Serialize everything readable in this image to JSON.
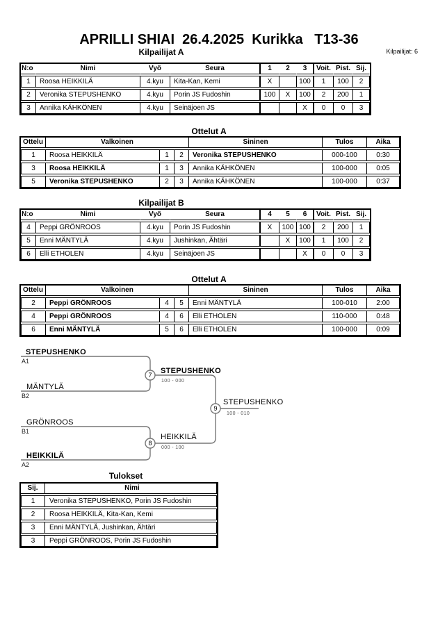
{
  "page": {
    "title": "APRILLI SHIAI  26.4.2025  Kurikka   T13-36",
    "competitors_label": "Kilpailijat: 6"
  },
  "pool_a": {
    "title": "Kilpailijat A",
    "headers": [
      "N:o",
      "Nimi",
      "Vyö",
      "Seura",
      "1",
      "2",
      "3",
      "Voit.",
      "Pist.",
      "Sij."
    ],
    "rows": [
      [
        "1",
        "Roosa HEIKKILÄ",
        "4.kyu",
        "Kita-Kan, Kemi",
        "X",
        "",
        "100",
        "1",
        "100",
        "2"
      ],
      [
        "2",
        "Veronika STEPUSHENKO",
        "4.kyu",
        "Porin JS Fudoshin",
        "100",
        "X",
        "100",
        "2",
        "200",
        "1"
      ],
      [
        "3",
        "Annika KÄHKÖNEN",
        "4.kyu",
        "Seinäjoen JS",
        "",
        "",
        "X",
        "0",
        "0",
        "3"
      ]
    ]
  },
  "matches_a": {
    "title": "Ottelut A",
    "headers": [
      "Ottelu",
      "Valkoinen",
      "Sininen",
      "Tulos",
      "Aika"
    ],
    "rows": [
      {
        "no": "1",
        "white": "Roosa HEIKKILÄ",
        "white_no": "1",
        "blue_no": "2",
        "blue": "Veronika STEPUSHENKO",
        "winner": "blue",
        "result": "000-100",
        "time": "0:30"
      },
      {
        "no": "3",
        "white": "Roosa HEIKKILÄ",
        "white_no": "1",
        "blue_no": "3",
        "blue": "Annika KÄHKÖNEN",
        "winner": "white",
        "result": "100-000",
        "time": "0:05"
      },
      {
        "no": "5",
        "white": "Veronika STEPUSHENKO",
        "white_no": "2",
        "blue_no": "3",
        "blue": "Annika KÄHKÖNEN",
        "winner": "white",
        "result": "100-000",
        "time": "0:37"
      }
    ]
  },
  "pool_b": {
    "title": "Kilpailijat B",
    "headers": [
      "N:o",
      "Nimi",
      "Vyö",
      "Seura",
      "4",
      "5",
      "6",
      "Voit.",
      "Pist.",
      "Sij."
    ],
    "rows": [
      [
        "4",
        "Peppi GRÖNROOS",
        "4.kyu",
        "Porin JS Fudoshin",
        "X",
        "100",
        "100",
        "2",
        "200",
        "1"
      ],
      [
        "5",
        "Enni MÄNTYLÄ",
        "4.kyu",
        "Jushinkan, Ähtäri",
        "",
        "X",
        "100",
        "1",
        "100",
        "2"
      ],
      [
        "6",
        "Elli ETHOLEN",
        "4.kyu",
        "Seinäjoen JS",
        "",
        "",
        "X",
        "0",
        "0",
        "3"
      ]
    ]
  },
  "matches_b": {
    "title": "Ottelut A",
    "headers": [
      "Ottelu",
      "Valkoinen",
      "Sininen",
      "Tulos",
      "Aika"
    ],
    "rows": [
      {
        "no": "2",
        "white": "Peppi GRÖNROOS",
        "white_no": "4",
        "blue_no": "5",
        "blue": "Enni MÄNTYLÄ",
        "winner": "white",
        "result": "100-010",
        "time": "2:00"
      },
      {
        "no": "4",
        "white": "Peppi GRÖNROOS",
        "white_no": "4",
        "blue_no": "6",
        "blue": "Elli ETHOLEN",
        "winner": "white",
        "result": "110-000",
        "time": "0:48"
      },
      {
        "no": "6",
        "white": "Enni MÄNTYLÄ",
        "white_no": "5",
        "blue_no": "6",
        "blue": "Elli ETHOLEN",
        "winner": "white",
        "result": "100-000",
        "time": "0:09"
      }
    ]
  },
  "bracket": {
    "entries": [
      {
        "name": "STEPUSHENKO",
        "seed": "A1",
        "bold": true
      },
      {
        "name": "MÄNTYLÄ",
        "seed": "B2",
        "bold": false
      },
      {
        "name": "GRÖNROOS",
        "seed": "B1",
        "bold": false
      },
      {
        "name": "HEIKKILÄ",
        "seed": "A2",
        "bold": true
      }
    ],
    "matches": [
      {
        "number": "7",
        "winner": "STEPUSHENKO",
        "score": "100 - 000",
        "bold": true
      },
      {
        "number": "8",
        "winner": "HEIKKILÄ",
        "score": "000 - 100",
        "bold": false
      },
      {
        "number": "9",
        "winner": "STEPUSHENKO",
        "score": "100 - 010",
        "bold": false
      }
    ]
  },
  "results": {
    "title": "Tulokset",
    "headers": [
      "Sij.",
      "Nimi"
    ],
    "rows": [
      [
        "1",
        "Veronika STEPUSHENKO, Porin JS Fudoshin"
      ],
      [
        "2",
        "Roosa HEIKKILÄ, Kita-Kan, Kemi"
      ],
      [
        "3",
        "Enni MÄNTYLÄ, Jushinkan, Ähtäri"
      ],
      [
        "3",
        "Peppi GRÖNROOS, Porin JS Fudoshin"
      ]
    ]
  },
  "colors": {
    "border": "#000000",
    "bracket_line": "#777777",
    "score_text": "#555555"
  }
}
